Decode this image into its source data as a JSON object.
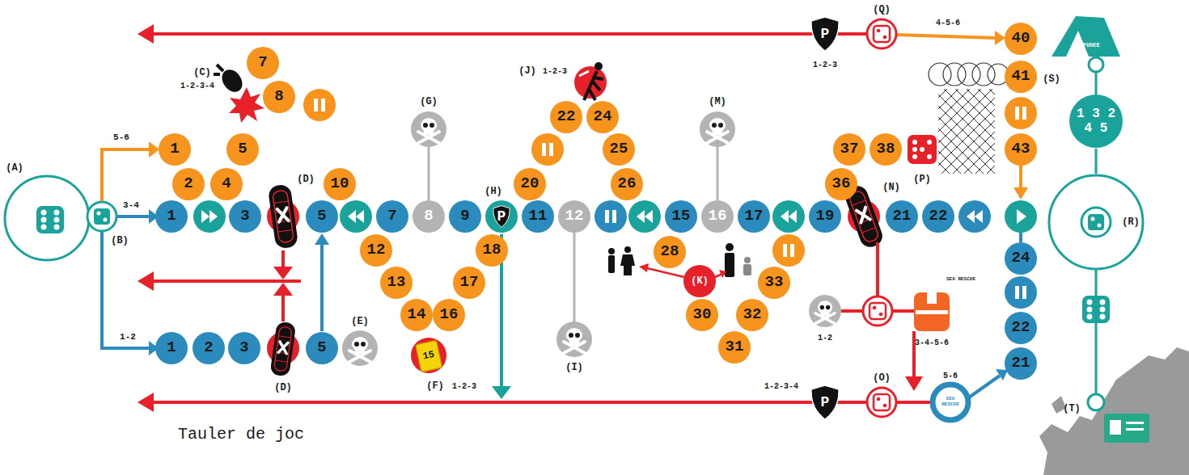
{
  "diagram": {
    "nodes": [
      {
        "text": [
          "1"
        ]
      },
      {
        "text": [
          "2"
        ]
      },
      {
        "text": [
          "4"
        ]
      },
      {
        "text": [
          "5"
        ]
      },
      {
        "text": [
          "7"
        ]
      },
      {
        "text": [
          "8"
        ]
      },
      {
        "text": [
          "10"
        ]
      },
      {
        "text": [
          "1"
        ]
      },
      {
        "text": [
          "3"
        ]
      },
      {
        "text": [
          "5"
        ]
      },
      {
        "text": [
          "7"
        ]
      },
      {
        "text": [
          "8"
        ]
      },
      {
        "text": [
          "9"
        ]
      },
      {
        "text": [
          "P"
        ]
      },
      {
        "text": [
          "11"
        ]
      },
      {
        "text": [
          "12"
        ]
      },
      {
        "text": [
          "15"
        ]
      },
      {
        "text": [
          "16"
        ]
      },
      {
        "text": [
          "17"
        ]
      },
      {
        "text": [
          "19"
        ]
      },
      {
        "text": [
          "21"
        ]
      },
      {
        "text": [
          "22"
        ]
      },
      {
        "text": [
          "12"
        ]
      },
      {
        "text": [
          "13"
        ]
      },
      {
        "text": [
          "14"
        ]
      },
      {
        "text": [
          "16"
        ]
      },
      {
        "text": [
          "17"
        ]
      },
      {
        "text": [
          "18"
        ]
      },
      {
        "text": [
          "20"
        ]
      },
      {
        "text": [
          "22"
        ]
      },
      {
        "text": [
          "24"
        ]
      },
      {
        "text": [
          "25"
        ]
      },
      {
        "text": [
          "26"
        ]
      },
      {
        "text": [
          "28"
        ]
      },
      {
        "text": [
          "30"
        ]
      },
      {
        "text": [
          "31"
        ]
      },
      {
        "text": [
          "32"
        ]
      },
      {
        "text": [
          "33"
        ]
      },
      {
        "text": [
          "36"
        ]
      },
      {
        "text": [
          "37"
        ]
      },
      {
        "text": [
          "38"
        ]
      },
      {
        "text": [
          "40"
        ]
      },
      {
        "text": [
          "41"
        ]
      },
      {
        "text": [
          "43"
        ]
      },
      {
        "text": [
          "24"
        ]
      },
      {
        "text": [
          "22"
        ]
      },
      {
        "text": [
          "21"
        ]
      },
      {
        "text": [
          "1"
        ]
      },
      {
        "text": [
          "2"
        ]
      },
      {
        "text": [
          "3"
        ]
      },
      {
        "text": [
          "5"
        ]
      },
      {
        "text": [
          "P"
        ]
      },
      {
        "text": [
          "P"
        ]
      },
      {
        "text": [
          "1 3 2 4 5"
        ]
      },
      {
        "text": [
          "15"
        ]
      },
      {
        "text": [
          "(K)"
        ]
      }
    ],
    "edges": [
      {
        "from": 50,
        "to": 9,
        "arrow": "to"
      }
    ],
    "labels": [
      "(A)",
      "(B)",
      "5-6",
      "3-4",
      "1-2",
      "(C)",
      "1-2-3-4",
      "(D)",
      "(D)",
      "(E)",
      "(F)",
      "1-2-3",
      "(G)",
      "(H)",
      "(I)",
      "(J)",
      "1-2-3",
      "(M)",
      "(N)",
      "(O)",
      "1-2-3-4",
      "5-6",
      "SEA RESCUE",
      "SEA RESCUE",
      "1-2",
      "3-4-5-6",
      "(P)",
      "(Q)",
      "1-2-3",
      "4-5-6",
      "REFUGEE",
      "(S)",
      "(R)",
      "(T)",
      "Tauler de joc"
    ]
  }
}
